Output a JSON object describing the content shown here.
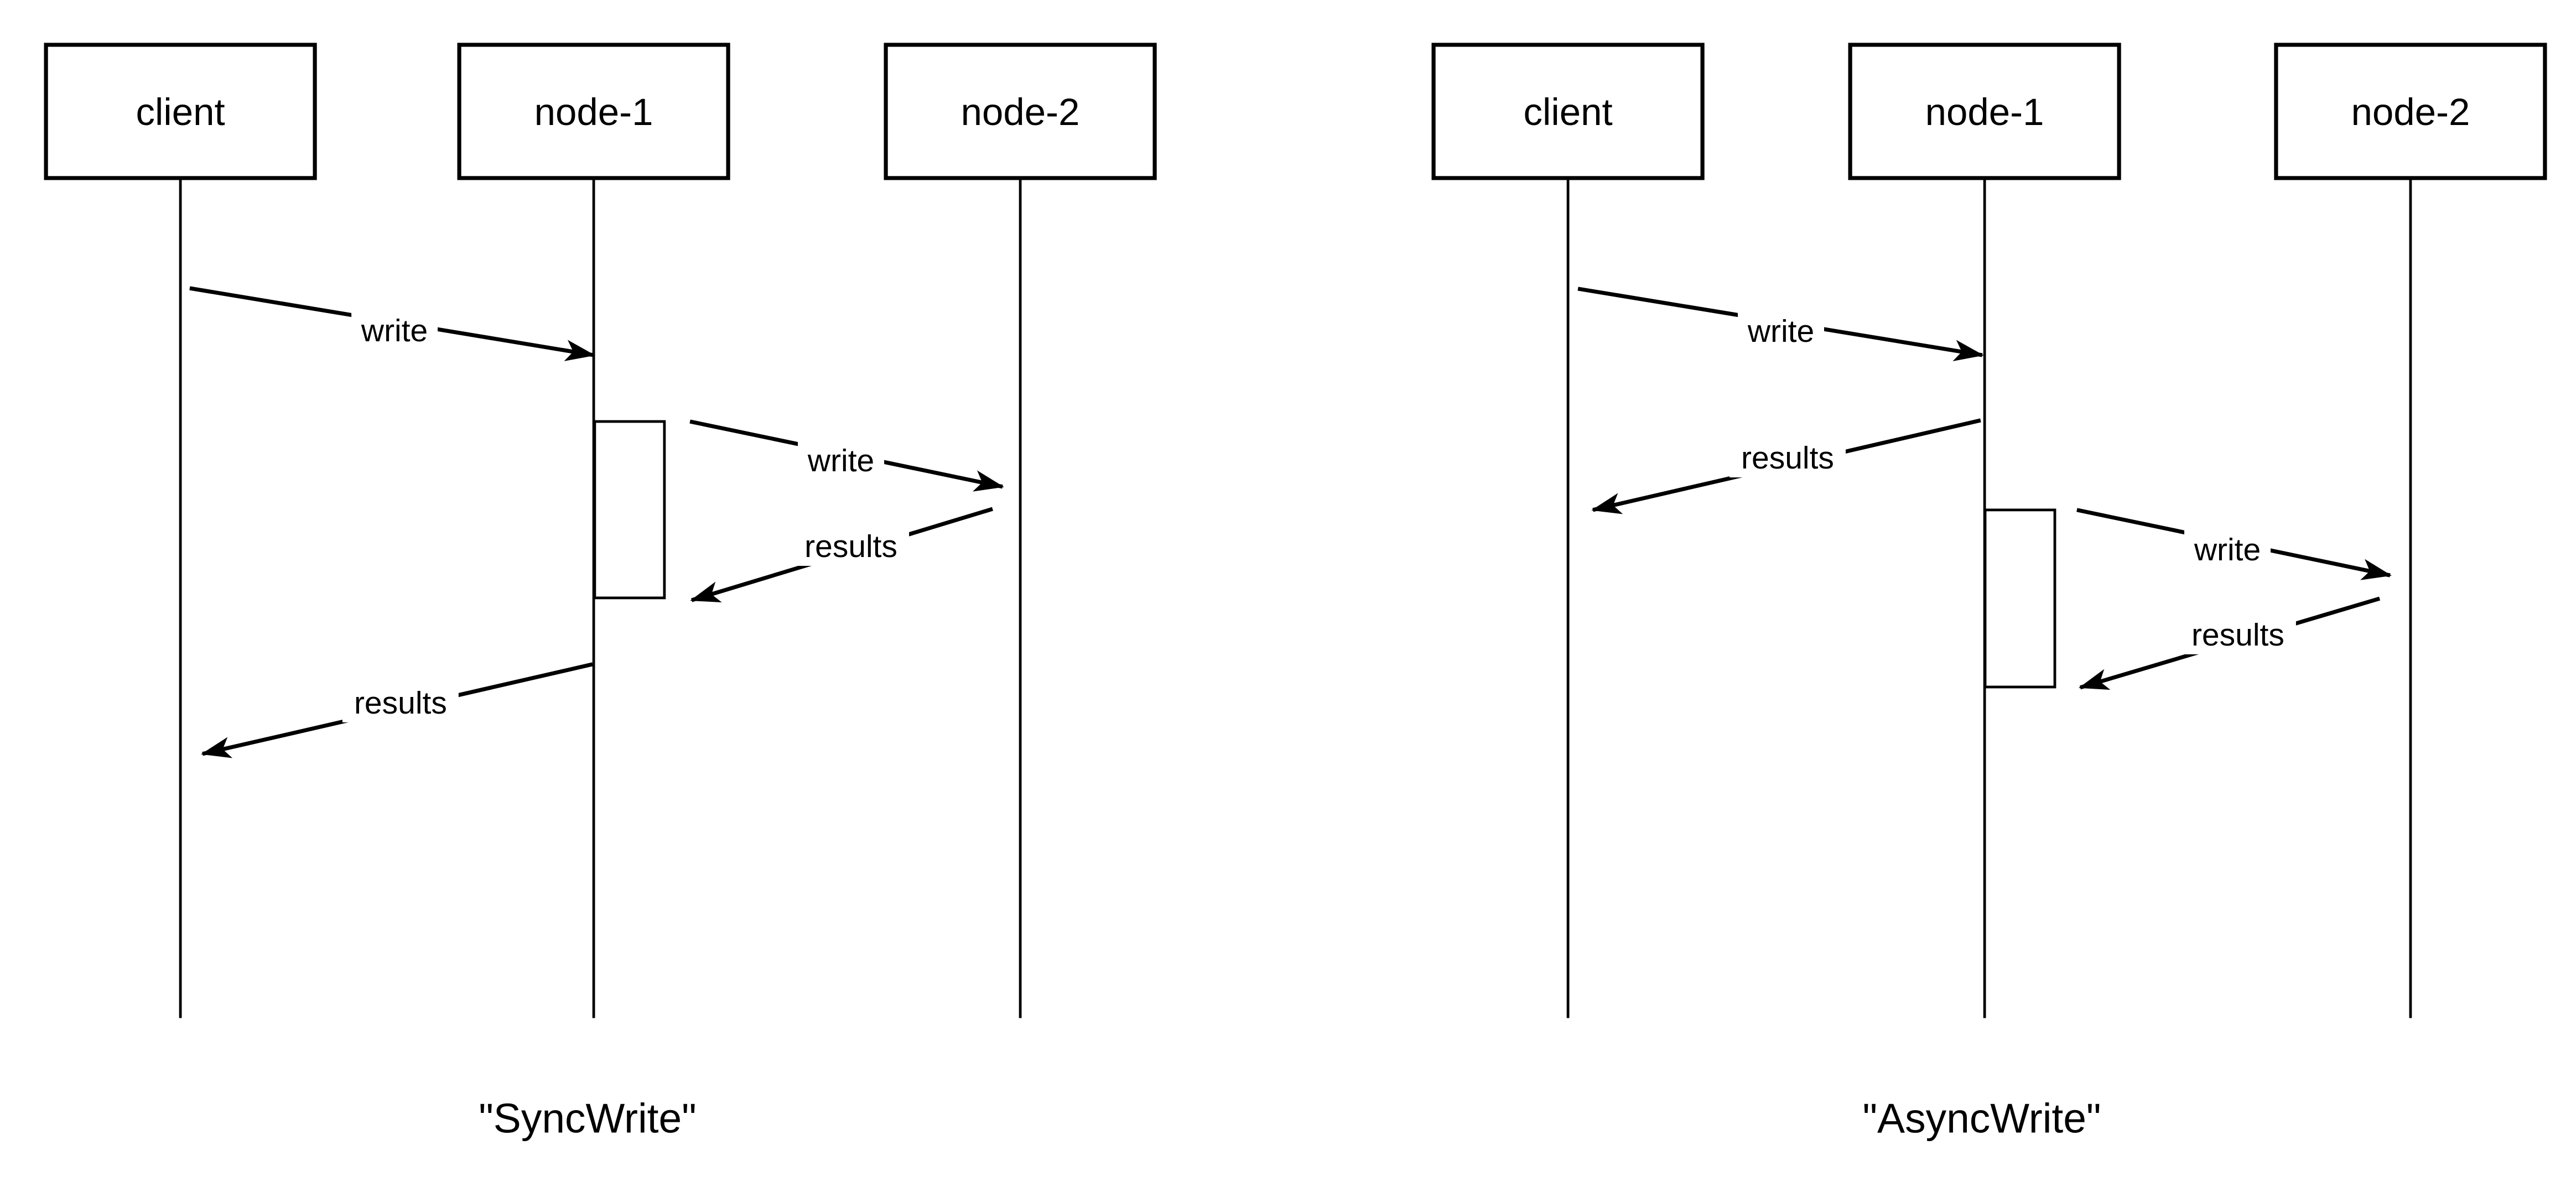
{
  "colors": {
    "background": "#ffffff",
    "stroke": "#000000",
    "text": "#000000"
  },
  "diagrams": [
    {
      "caption": "\"SyncWrite\"",
      "actors": [
        {
          "label": "client"
        },
        {
          "label": "node-1"
        },
        {
          "label": "node-2"
        }
      ],
      "messages": [
        {
          "label": "write",
          "from": "client",
          "to": "node-1"
        },
        {
          "label": "write",
          "from": "node-1",
          "to": "node-2"
        },
        {
          "label": "results",
          "from": "node-2",
          "to": "node-1"
        },
        {
          "label": "results",
          "from": "node-1",
          "to": "client"
        }
      ]
    },
    {
      "caption": "\"AsyncWrite\"",
      "actors": [
        {
          "label": "client"
        },
        {
          "label": "node-1"
        },
        {
          "label": "node-2"
        }
      ],
      "messages": [
        {
          "label": "write",
          "from": "client",
          "to": "node-1"
        },
        {
          "label": "results",
          "from": "node-1",
          "to": "client"
        },
        {
          "label": "write",
          "from": "node-1",
          "to": "node-2"
        },
        {
          "label": "results",
          "from": "node-2",
          "to": "node-1"
        }
      ]
    }
  ]
}
